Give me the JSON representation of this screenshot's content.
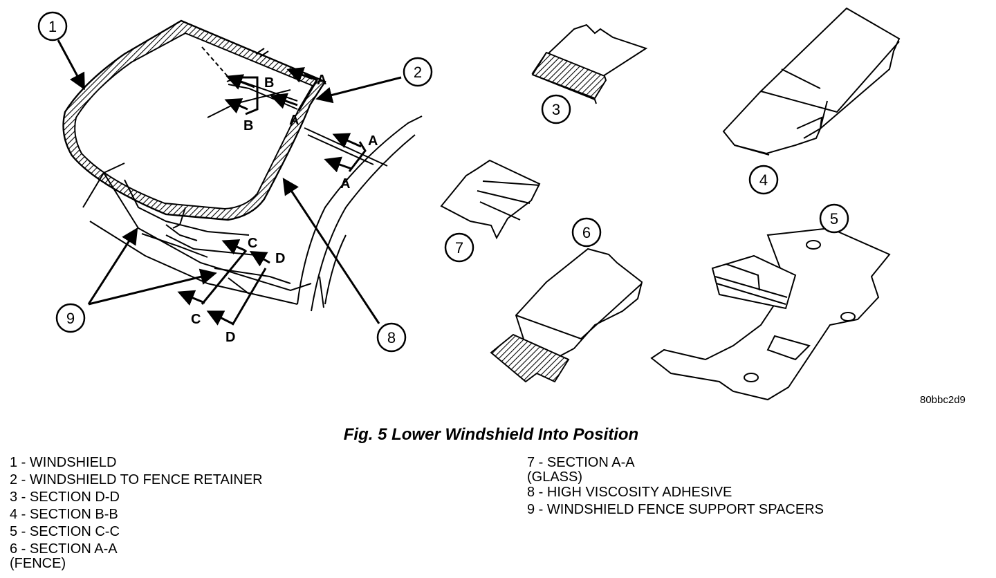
{
  "figure": {
    "code": "80bbc2d9",
    "caption": "Fig. 5 Lower Windshield Into Position",
    "callouts": [
      "1",
      "2",
      "3",
      "4",
      "5",
      "6",
      "7",
      "8",
      "9"
    ],
    "section_letters": {
      "a": "A",
      "b": "B",
      "c": "C",
      "d": "D"
    }
  },
  "legend": {
    "items": [
      {
        "num": "1",
        "label": "WINDSHIELD"
      },
      {
        "num": "2",
        "label": "WINDSHIELD TO FENCE RETAINER"
      },
      {
        "num": "3",
        "label": "SECTION D-D"
      },
      {
        "num": "4",
        "label": "SECTION B-B"
      },
      {
        "num": "5",
        "label": "SECTION C-C"
      },
      {
        "num": "6",
        "label": "SECTION A-A",
        "extra": "(FENCE)"
      },
      {
        "num": "7",
        "label": "SECTION A-A",
        "extra": "(GLASS)"
      },
      {
        "num": "8",
        "label": "HIGH VISCOSITY ADHESIVE"
      },
      {
        "num": "9",
        "label": "WINDSHIELD FENCE SUPPORT SPACERS"
      }
    ]
  }
}
